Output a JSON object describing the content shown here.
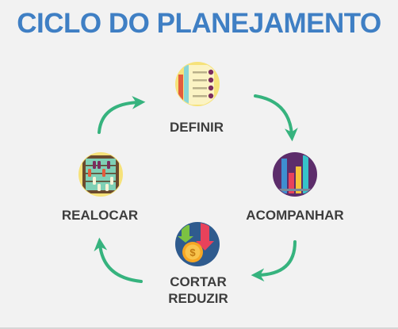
{
  "title": "CICLO DO PLANEJAMENTO",
  "steps": {
    "definir": {
      "label": "DEFINIR",
      "icon": "checklist-icon"
    },
    "acompanhar": {
      "label": "ACOMPANHAR",
      "icon": "bar-chart-icon"
    },
    "cortar": {
      "label_line1": "CORTAR",
      "label_line2": "REDUZIR",
      "icon": "money-cut-icon"
    },
    "realocar": {
      "label": "REALOCAR",
      "icon": "abacus-icon"
    }
  },
  "colors": {
    "title": "#3f7fc4",
    "label": "#3d3d3d",
    "arrow": "#36b37e",
    "background": "#f2f2f2"
  }
}
